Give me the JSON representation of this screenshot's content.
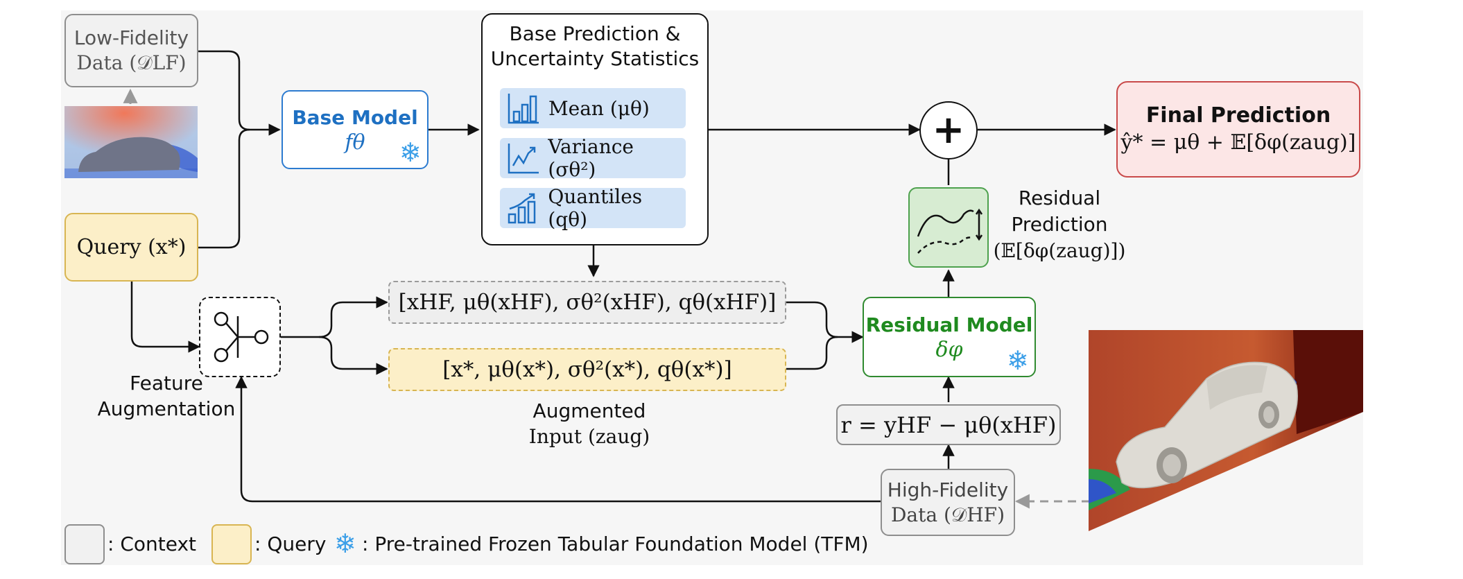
{
  "low_fidelity": {
    "line1": "Low-Fidelity",
    "line2": "Data (𝒟LF)"
  },
  "query": {
    "label": "Query (x*)"
  },
  "base_model": {
    "title": "Base Model",
    "symbol": "fθ"
  },
  "base_stats": {
    "title_line1": "Base Prediction &",
    "title_line2": "Uncertainty Statistics",
    "items": [
      {
        "label": "Mean (μθ)",
        "icon": "bar-chart-icon"
      },
      {
        "label": "Variance (σθ²)",
        "icon": "trend-line-icon"
      },
      {
        "label": "Quantiles (qθ)",
        "icon": "growth-chart-icon"
      }
    ]
  },
  "plus_symbol": "+",
  "final_prediction": {
    "title": "Final Prediction",
    "formula": "ŷ* = μθ + 𝔼[δφ(zaug)]"
  },
  "residual_prediction": {
    "line1": "Residual",
    "line2": "Prediction",
    "line3": "(𝔼[δφ(zaug)])"
  },
  "residual_model": {
    "title": "Residual Model",
    "symbol": "δφ"
  },
  "residual_def": "r = yHF − μθ(xHF)",
  "high_fidelity": {
    "line1": "High-Fidelity",
    "line2": "Data (𝒟HF)"
  },
  "feature_augmentation": {
    "line1": "Feature",
    "line2": "Augmentation"
  },
  "aug_hf": "[xHF, μθ(xHF), σθ²(xHF), qθ(xHF)]",
  "aug_query": "[x*, μθ(x*), σθ²(x*), qθ(x*)]",
  "augmented_input": {
    "line1": "Augmented",
    "line2": "Input (zaug)"
  },
  "legend": {
    "context": ": Context",
    "query": ": Query",
    "frozen": ": Pre-trained Frozen Tabular Foundation Model (TFM)"
  },
  "snowflake": "❄",
  "colors": {
    "accent_blue": "#1e70c2",
    "accent_green": "#1f8a1f",
    "final_red": "#c94a4a",
    "context_gray": "#f1f1f1",
    "query_yellow": "#fcefc8"
  }
}
